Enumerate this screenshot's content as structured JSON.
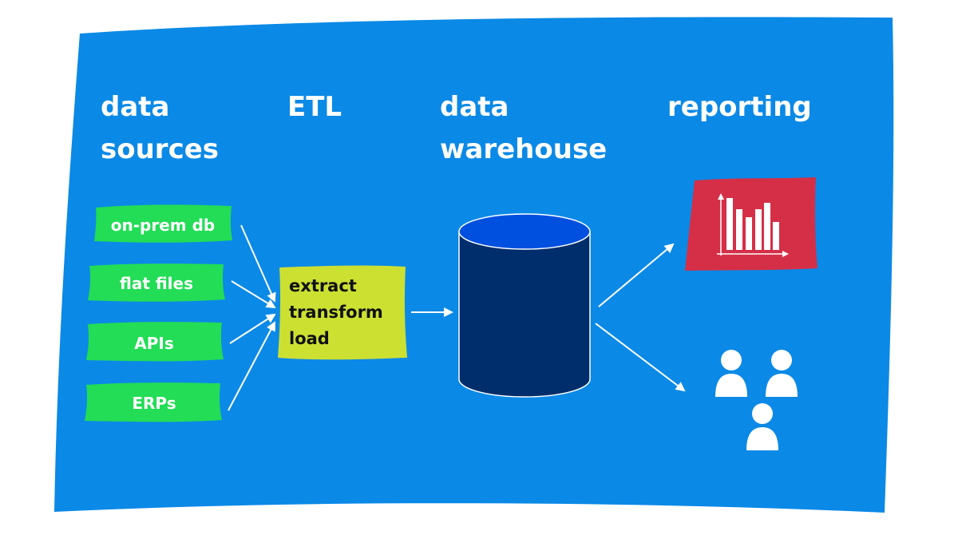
{
  "headings": {
    "sources_line1": "data",
    "sources_line2": "sources",
    "etl": "ETL",
    "warehouse_line1": "data",
    "warehouse_line2": "warehouse",
    "reporting": "reporting"
  },
  "sources": [
    {
      "label": "on-prem db"
    },
    {
      "label": "flat files"
    },
    {
      "label": "APIs"
    },
    {
      "label": "ERPs"
    }
  ],
  "etl": {
    "line1": "extract",
    "line2": "transform",
    "line3": "load"
  },
  "colors": {
    "background": "#0b89e6",
    "source_box": "#22dd55",
    "etl_box": "#cce032",
    "db_body": "#002d6b",
    "db_top": "#0050e0",
    "chart_box": "#d52f47",
    "icon": "#ffffff"
  },
  "icons": {
    "warehouse": "database-cylinder-icon",
    "chart": "bar-chart-icon",
    "users": "users-group-icon"
  }
}
